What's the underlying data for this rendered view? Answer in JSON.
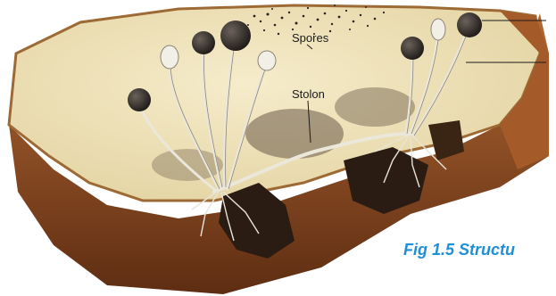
{
  "labels": {
    "spores": "Spores",
    "stolon": "Stolon"
  },
  "caption": "Fig 1.5 Structu",
  "colors": {
    "caption": "#1f8fd8",
    "crust": "#8a4a22",
    "crumb": "#efe4bf",
    "hyphae": "#e8e4d8",
    "sporangium": "#2e2a26"
  }
}
